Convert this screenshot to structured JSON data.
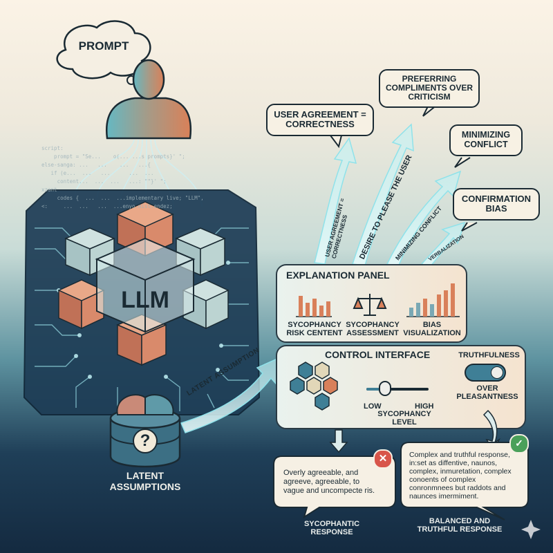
{
  "prompt": {
    "label": "PROMPT"
  },
  "code_snippet": [
    "script:",
    "    prompt = \"Se...    o(... ...s prompts}' \";",
    "else-sanga: ...   ...    ...   ...{",
    "   if (e...  ...   ...      ...  ...",
    "     content...  ...  ...   ...: \"\"}' \";",
    "xzant",
    "     codes {  ...  ...  ...implementary live; \"LLM\",",
    "<:     ...  ...   ...  ...enyo.mist.endez;"
  ],
  "llm": {
    "label": "LLM"
  },
  "latent": {
    "label": "LATENT ASSUMPTIONS",
    "question": "?"
  },
  "arrows": {
    "latent_assumption": "LATENT ASSUMPTION",
    "user_agreement": "USER AGREEMENT = CORRECTNESS",
    "desire": "DESIRE TO PLEASE THE USER",
    "minimizing": "MINIMIZING CONFLICT",
    "verbalization": "VERBALIZATION"
  },
  "bubbles": {
    "preferring": "PREFERRING COMPLIMENTS OVER CRITICISM",
    "user_agreement": "USER AGREEMENT = CORRECTNESS",
    "minimizing": "MINIMIZING CONFLICT",
    "confirmation": "CONFIRMATION BIAS"
  },
  "explanation_panel": {
    "title": "EXPLANATION PANEL",
    "items": [
      {
        "label": "SYCOPHANCY RISK CENTENT",
        "icon": "bar-chart-icon"
      },
      {
        "label": "SYCOPHANCY ASSESSMENT",
        "icon": "scales-icon"
      },
      {
        "label": "BIAS VISUALIZATION",
        "icon": "bar-chart-icon"
      }
    ]
  },
  "control_interface": {
    "title": "CONTROL INTERFACE",
    "slider": {
      "low": "LOW",
      "high": "HIGH",
      "caption": "SYCOPHANCY LEVEL",
      "value": 0.25
    },
    "toggle": {
      "top": "TRUTHFULNESS",
      "bottom": "OVER PLEASANTNESS",
      "on": true
    }
  },
  "responses": {
    "sycophantic": {
      "text": "Overly agreeable, and agreeve, agreeable, to vague and uncompecte ris.",
      "label": "SYCOPHANTIC RESPONSE",
      "badge": "x-icon"
    },
    "balanced": {
      "text": "Complex and truthful response, in:set as diffentive, naunos, complex, inmuretation, complex conoents of complex conronmnees but raddots and naunces imermiment.",
      "label": "BALANCED AND TRUTHFUL RESPONSE",
      "badge": "check-icon"
    }
  },
  "colors": {
    "ink": "#1a2a33",
    "paper": "#f7f1e4",
    "accent_orange": "#d9805a",
    "accent_teal": "#3f8d97",
    "error_red": "#d8554a",
    "success_green": "#4aa05a"
  }
}
